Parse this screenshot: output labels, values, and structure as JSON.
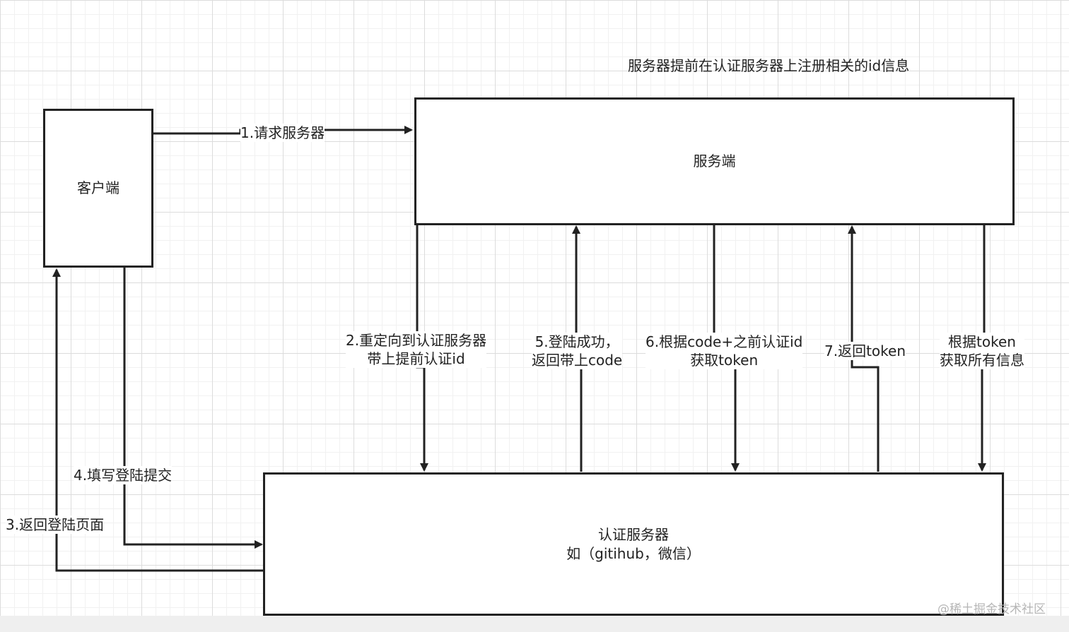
{
  "top_note": "服务器提前在认证服务器上注册相关的id信息",
  "boxes": {
    "client": "客户端",
    "server": "服务端",
    "auth_line1": "认证服务器",
    "auth_line2": "如（gitihub，微信）"
  },
  "edges": {
    "step1": "1.请求服务器",
    "step2_line1": "2.重定向到认证服务器",
    "step2_line2": "带上提前认证id",
    "step3": "3.返回登陆页面",
    "step4": "4.填写登陆提交",
    "step5_line1": "5.登陆成功，",
    "step5_line2": "返回带上code",
    "step6_line1": "6.根据code+之前认证id",
    "step6_line2": "获取token",
    "step7": "7.返回token",
    "step8_line1": "根据token",
    "step8_line2": "获取所有信息"
  },
  "watermark": "@稀土掘金技术社区"
}
